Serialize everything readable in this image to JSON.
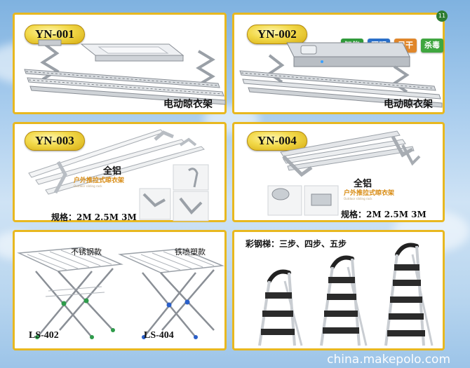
{
  "watermark": "china.makepolo.com",
  "panels": [
    {
      "code": "YN-001",
      "caption": "电动晾衣架"
    },
    {
      "code": "YN-002",
      "caption": "电动晾衣架",
      "features": [
        {
          "label": "智能",
          "color": "#2f9a3a"
        },
        {
          "label": "照明",
          "color": "#2a6fc9"
        },
        {
          "label": "风干",
          "color": "#e0862a"
        },
        {
          "label": "杀毒",
          "color": "#3fa63f"
        }
      ],
      "corner_mark": "11"
    },
    {
      "code": "YN-003",
      "material": "全铝",
      "subtitle": "户外推拉式晾衣架",
      "tiny_en": "Outdoor sliding rack",
      "spec": "规格：2M  2.5M  3M"
    },
    {
      "code": "YN-004",
      "material": "全铝",
      "subtitle": "户外推拉式晾衣架",
      "tiny_en": "Outdoor sliding rack",
      "spec": "规格：2M  2.5M  3M"
    },
    {
      "labels": [
        {
          "text": "不锈钢款"
        },
        {
          "text": "铁喷塑款"
        }
      ],
      "models": [
        "LS-402",
        "LS-404"
      ]
    },
    {
      "title": "彩钢梯：三步、四步、五步"
    }
  ]
}
